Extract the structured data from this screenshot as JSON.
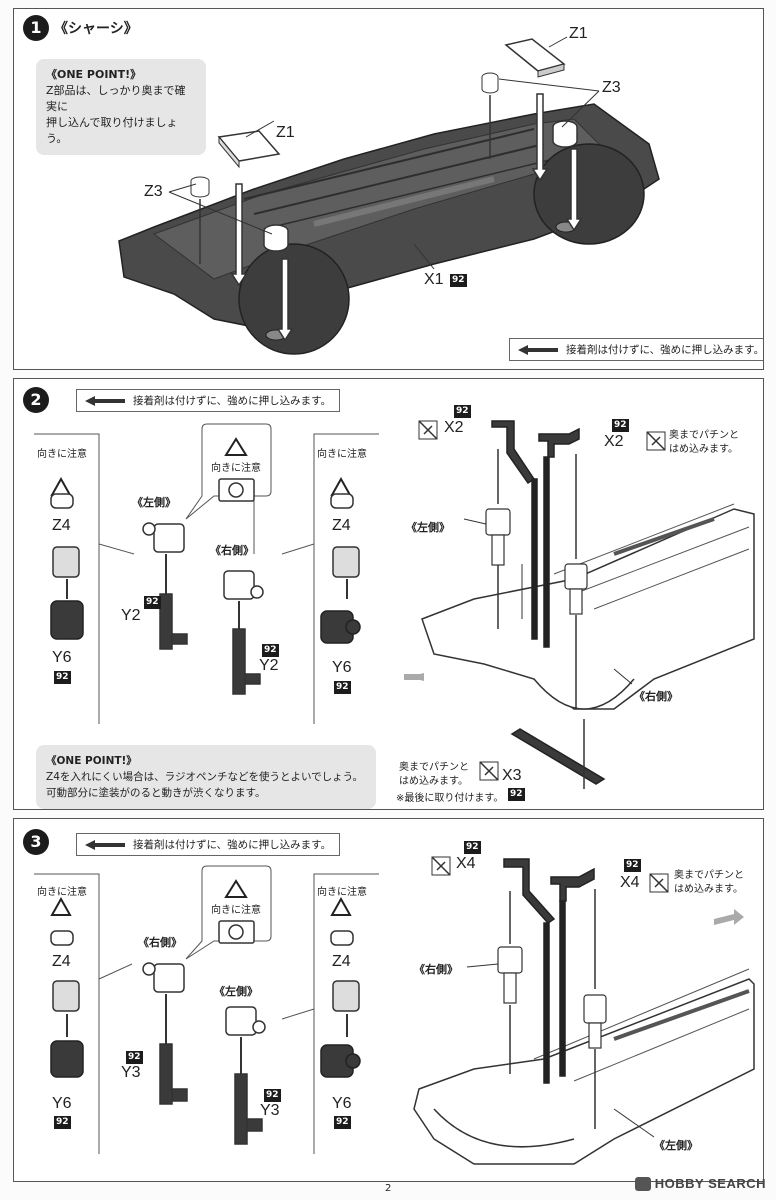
{
  "step1": {
    "number": "1",
    "title": "《シャーシ》",
    "one_point": {
      "title": "《ONE POINT!》",
      "text_line1": "Z部品は、しっかり奥まで確実に",
      "text_line2": "押し込んで取り付けましょう。"
    },
    "labels": {
      "z1_a": "Z1",
      "z1_b": "Z1",
      "z3_a": "Z3",
      "z3_b": "Z3",
      "x1": "X1",
      "x1_badge": "92"
    },
    "glue_note": "接着剤は付けずに、強めに押し込みます。"
  },
  "step2": {
    "number": "2",
    "glue_note": "接着剤は付けずに、強めに押し込みます。",
    "caution_left": "向きに注意",
    "caution_mid": "向きに注意",
    "caution_right": "向きに注意",
    "left_side": "《左側》",
    "right_side": "《右側》",
    "labels": {
      "z4_l": "Z4",
      "z4_r": "Z4",
      "y6_l": "Y6",
      "y6_r": "Y6",
      "y2_l": "Y2",
      "y2_r": "Y2",
      "badge": "92"
    },
    "one_point": {
      "title": "《ONE POINT!》",
      "text_line1": "Z4を入れにくい場合は、ラジオペンチなどを使うとよいでしょう。",
      "text_line2": "可動部分に塗装がのると動きが渋くなります。"
    },
    "assembly": {
      "x2_left": "X2",
      "x2_right": "X2",
      "x3": "X3",
      "left_side": "《左側》",
      "right_side": "《右側》",
      "snap_note_line1": "奥までパチンと",
      "snap_note_line2": "はめ込みます。",
      "x3_note_line1": "奥までパチンと",
      "x3_note_line2": "はめ込みます。",
      "last_note": "※最後に取り付けます。",
      "badge": "92"
    }
  },
  "step3": {
    "number": "3",
    "glue_note": "接着剤は付けずに、強めに押し込みます。",
    "caution_left": "向きに注意",
    "caution_mid": "向きに注意",
    "caution_right": "向きに注意",
    "right_side": "《右側》",
    "left_side": "《左側》",
    "labels": {
      "z4_l": "Z4",
      "z4_r": "Z4",
      "y6_l": "Y6",
      "y6_r": "Y6",
      "y3_l": "Y3",
      "y3_r": "Y3",
      "badge": "92"
    },
    "assembly": {
      "x4_left": "X4",
      "x4_right": "X4",
      "right_side": "《右側》",
      "left_side": "《左側》",
      "snap_note_line1": "奥までパチンと",
      "snap_note_line2": "はめ込みます。",
      "badge": "92"
    }
  },
  "footer": {
    "page_number": "2",
    "watermark": "HOBBY SEARCH"
  }
}
